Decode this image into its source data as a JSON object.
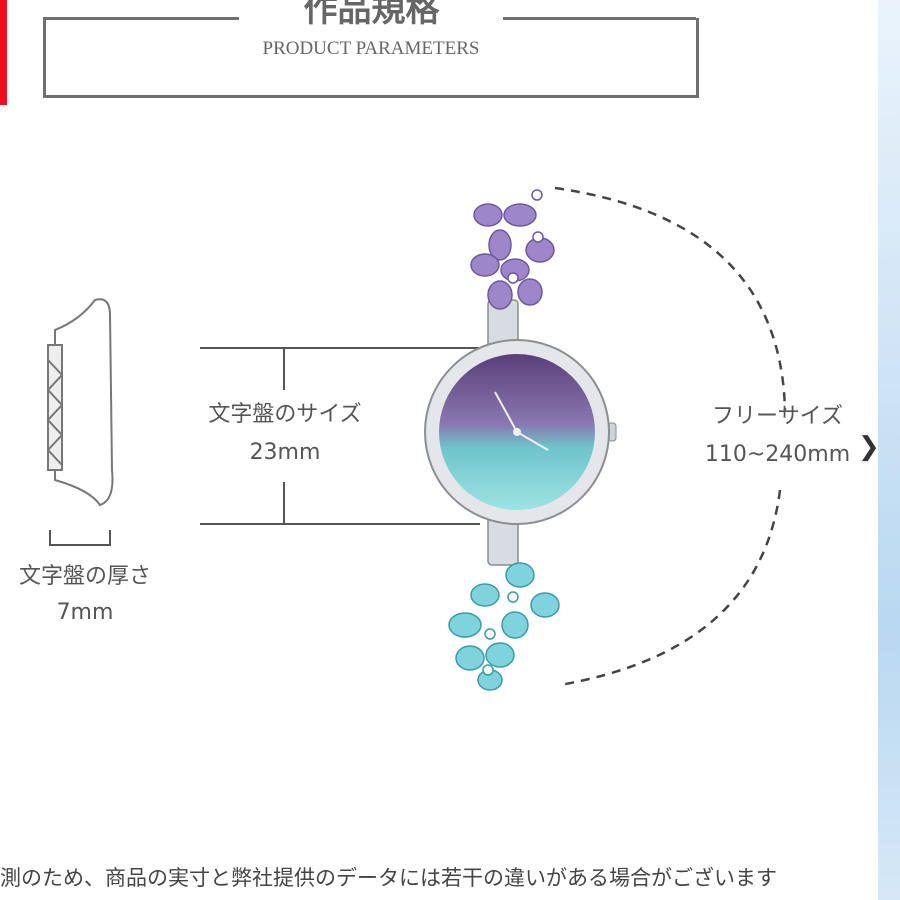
{
  "header": {
    "title_jp": "作品規格",
    "title_en": "PRODUCT PARAMETERS"
  },
  "specs": {
    "dial_size_label": "文字盤のサイズ",
    "dial_size_value": "23mm",
    "thickness_label": "文字盤の厚さ",
    "thickness_value": "7mm",
    "band_label": "フリーサイズ",
    "band_value": "110~240mm"
  },
  "footer_note": "測のため、商品の実寸と弊社提供のデータには若干の違いがある場合がございます",
  "colors": {
    "accent_red": "#e8101a",
    "purple": "#9d86c9",
    "aqua": "#7fd3dc"
  }
}
